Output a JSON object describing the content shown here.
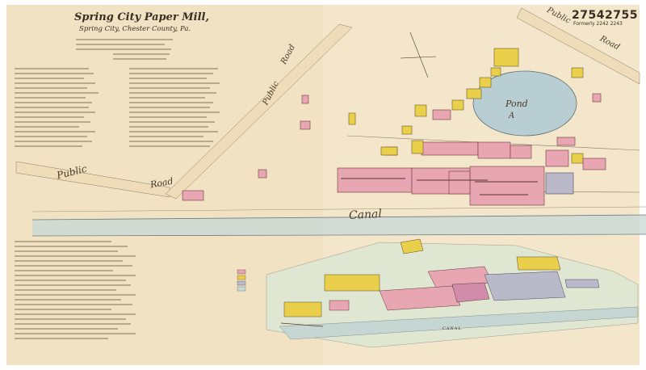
{
  "header": {
    "title": "Spring City Paper Mill,",
    "subtitle": "Spring City, Chester County, Pa.",
    "sheet_number": "27542755",
    "formerly": "Formerly 2242 2243"
  },
  "labels": {
    "public_road_left": "Public",
    "road_left": "Road",
    "public_road_diag": "Public",
    "road_diag": "Road",
    "public_road_top": "Public",
    "road_top": "Road",
    "canal": "Canal",
    "pond": "Pond",
    "pond_letter": "A",
    "canal_bottom": "CANAL"
  },
  "colors": {
    "paper": "#f1e2c4",
    "brick": "#e8a6b2",
    "frame": "#e9cf4a",
    "water": "#bcd3d6",
    "stone": "#b9b9c9",
    "ink": "#3a2e22"
  }
}
